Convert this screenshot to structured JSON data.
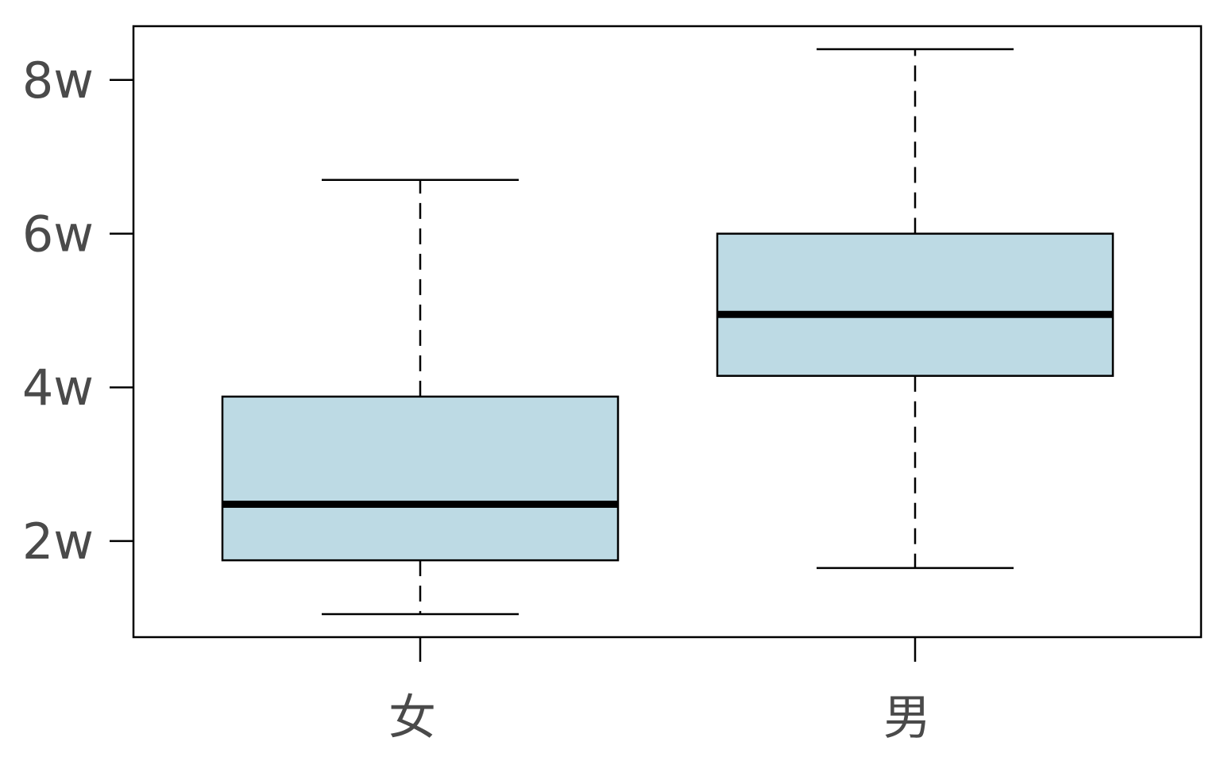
{
  "chart_data": {
    "type": "boxplot",
    "categories": [
      "女",
      "男"
    ],
    "boxes": [
      {
        "category": "女",
        "whisker_low": 1.05,
        "q1": 1.75,
        "median": 2.48,
        "q3": 3.88,
        "whisker_high": 6.7
      },
      {
        "category": "男",
        "whisker_low": 1.65,
        "q1": 4.15,
        "median": 4.95,
        "q3": 6.0,
        "whisker_high": 8.4
      }
    ],
    "y_ticks": [
      2,
      4,
      6,
      8
    ],
    "y_tick_labels": [
      "2w",
      "4w",
      "6w",
      "8w"
    ],
    "ylim": [
      0.75,
      8.7
    ],
    "colors": {
      "box_fill": "#bddae4",
      "stroke": "#000000",
      "text": "#4a4a4a"
    }
  }
}
